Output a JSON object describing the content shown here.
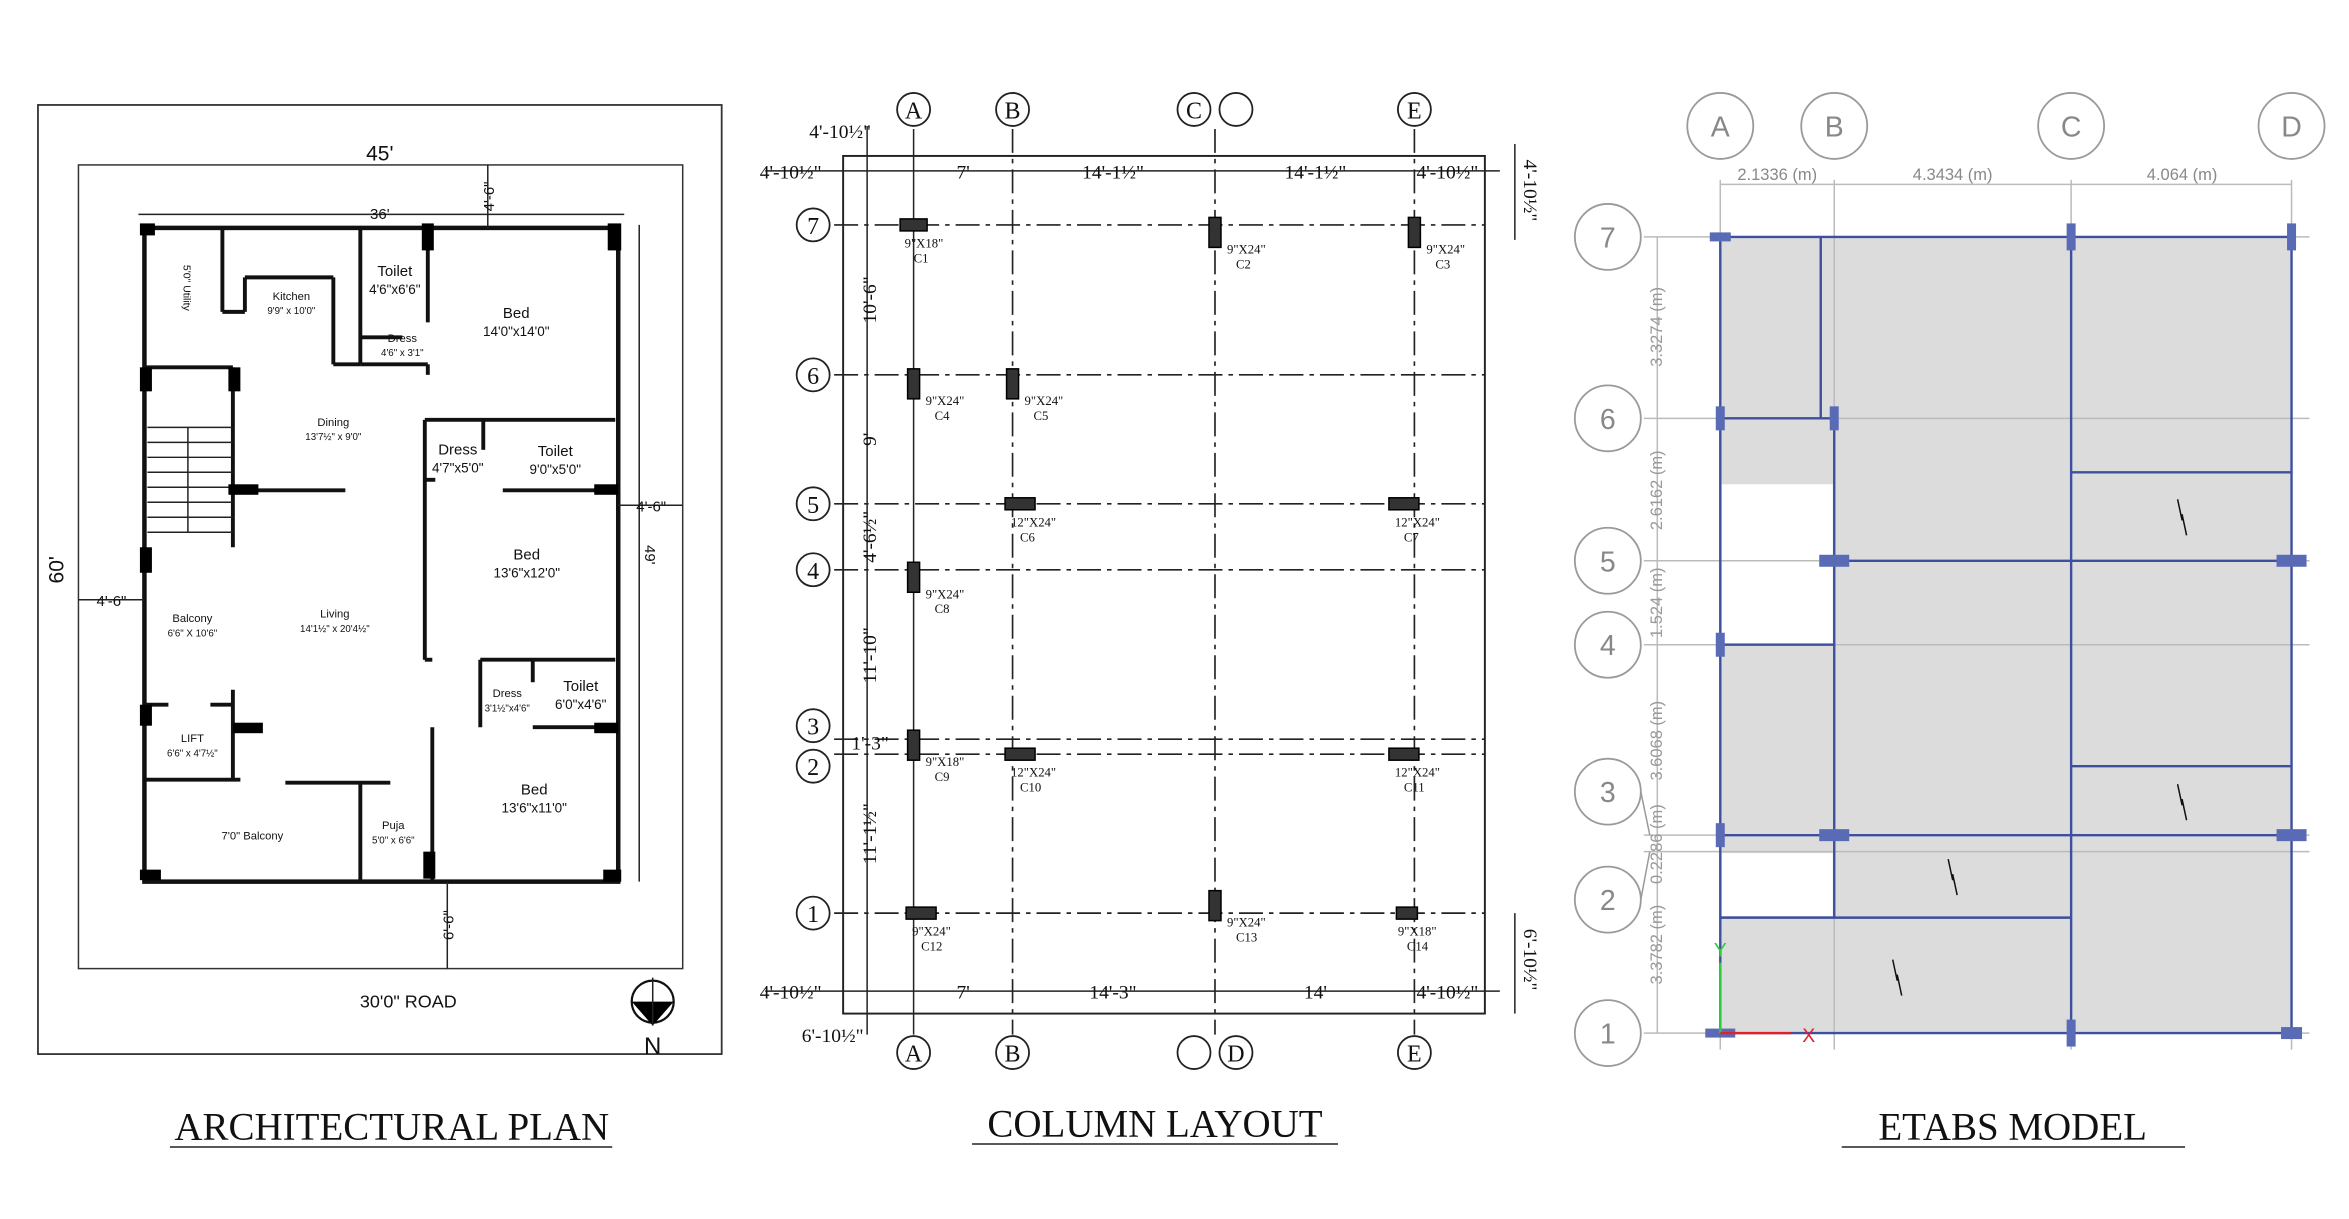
{
  "architectural_plan": {
    "title": "ARCHITECTURAL PLAN",
    "dims": {
      "plot_width": "45'",
      "plot_depth": "60'",
      "building_width": "36'",
      "building_depth": "49'",
      "front_setback_top": "4'-6\"",
      "side_setback_right": "4'-6\"",
      "side_setback_left": "4'-6\"",
      "rear_setback": "6'-6\""
    },
    "rooms": [
      {
        "name": "5'0\" Utility",
        "size": ""
      },
      {
        "name": "Kitchen",
        "size": "9'9\" x 10'0\""
      },
      {
        "name": "Toilet",
        "size": "4'6\"x6'6\""
      },
      {
        "name": "Dress",
        "size": "4'6\" x 3'1\""
      },
      {
        "name": "Bed",
        "size": "14'0\"x14'0\""
      },
      {
        "name": "Dining",
        "size": "13'7½\" x 9'0\""
      },
      {
        "name": "Dress",
        "size": "4'7\"x5'0\""
      },
      {
        "name": "Toilet",
        "size": "9'0\"x5'0\""
      },
      {
        "name": "Bed",
        "size": "13'6\"x12'0\""
      },
      {
        "name": "Balcony",
        "size": "6'6\" X 10'6\""
      },
      {
        "name": "Living",
        "size": "14'1½\" x 20'4½\""
      },
      {
        "name": "Dress",
        "size": "3'1½\"x4'6\""
      },
      {
        "name": "Toilet",
        "size": "6'0\"x4'6\""
      },
      {
        "name": "LIFT",
        "size": "6'6\" x 4'7½\""
      },
      {
        "name": "Bed",
        "size": "13'6\"x11'0\""
      },
      {
        "name": "7'0\" Balcony",
        "size": ""
      },
      {
        "name": "Puja",
        "size": "5'0\" x 6'6\""
      }
    ],
    "road": "30'0\" ROAD",
    "north": "N"
  },
  "column_layout": {
    "title": "COLUMN LAYOUT",
    "grid_top": [
      "A",
      "B",
      "C",
      "",
      "E"
    ],
    "grid_bottom": [
      "A",
      "B",
      "",
      "D",
      "E"
    ],
    "grid_left": [
      "7",
      "6",
      "5",
      "4",
      "3",
      "2",
      "1"
    ],
    "dims_top": [
      "4'-10½\"",
      "7'",
      "14'-1½\"",
      "14'-1½\"",
      "4'-10½\""
    ],
    "dims_bottom": [
      "4'-10½\"",
      "7'",
      "14'-3\"",
      "14'",
      "4'-10½\""
    ],
    "dims_left": [
      "4'-10½\"",
      "10'-6\"",
      "9'",
      "4'-6½\"",
      "11'-10\"",
      "1'-3\"",
      "11'-1½\"",
      "6'-10½\""
    ],
    "dims_right": [
      "4'-10½\"",
      "6'-10½\""
    ],
    "columns": [
      {
        "id": "C1",
        "size": "9\"X18\""
      },
      {
        "id": "C2",
        "size": "9\"X24\""
      },
      {
        "id": "C3",
        "size": "9\"X24\""
      },
      {
        "id": "C4",
        "size": "9\"X24\""
      },
      {
        "id": "C5",
        "size": "9\"X24\""
      },
      {
        "id": "C6",
        "size": "12\"X24\""
      },
      {
        "id": "C7",
        "size": "12\"X24\""
      },
      {
        "id": "C8",
        "size": "9\"X24\""
      },
      {
        "id": "C9",
        "size": "9\"X18\""
      },
      {
        "id": "C10",
        "size": "12\"X24\""
      },
      {
        "id": "C11",
        "size": "12\"X24\""
      },
      {
        "id": "C12",
        "size": "9\"X24\""
      },
      {
        "id": "C13",
        "size": "9\"X24\""
      },
      {
        "id": "C14",
        "size": "9\"X18\""
      }
    ]
  },
  "etabs_model": {
    "title": "ETABS MODEL",
    "grid_x": [
      "A",
      "B",
      "C",
      "D"
    ],
    "grid_y": [
      "7",
      "6",
      "5",
      "4",
      "3",
      "2",
      "1"
    ],
    "dims_x": [
      "2.1336 (m)",
      "4.3434 (m)",
      "4.064 (m)"
    ],
    "dims_y": [
      "3.3274 (m)",
      "2.6162 (m)",
      "1.524 (m)",
      "3.6068 (m)",
      "0.2286 (m)",
      "3.3782 (m)"
    ],
    "axis_x": "X",
    "axis_y": "Y",
    "colors": {
      "beam": "#3d4f9f",
      "column": "#5a6bb5",
      "slab": "#dcdcdc",
      "axis_x": "#e0202a",
      "axis_y": "#2ecc40"
    }
  }
}
